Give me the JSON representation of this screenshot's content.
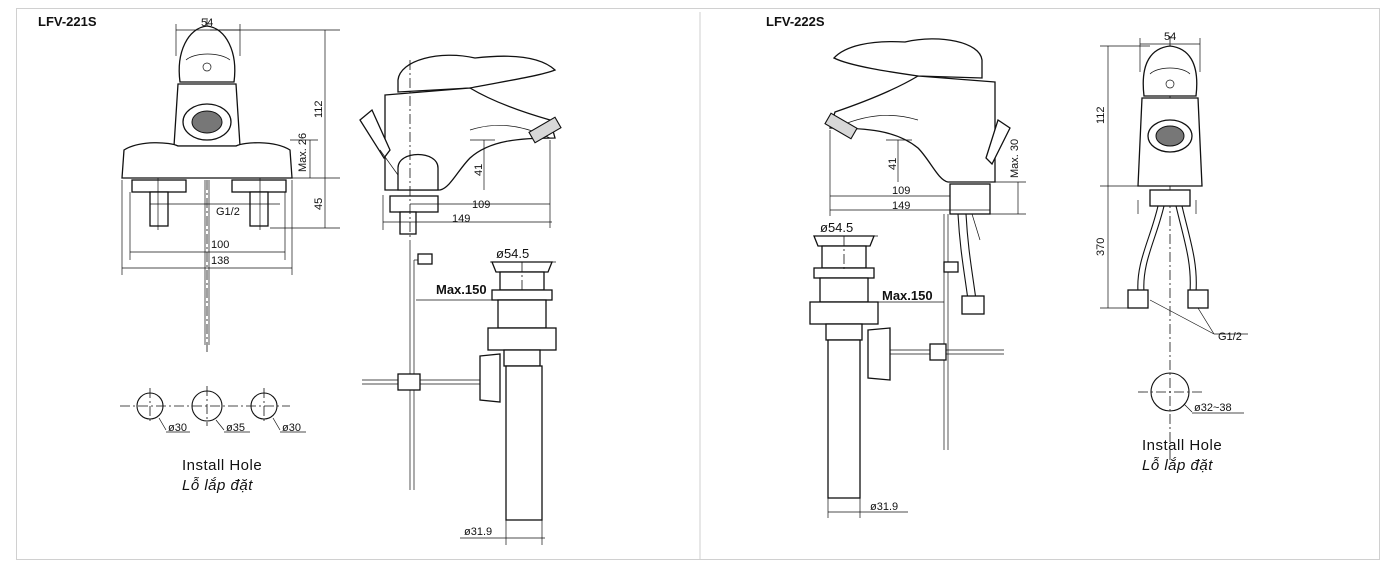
{
  "left": {
    "model": "LFV-221S",
    "dims": {
      "width_top": "54",
      "height_total": "112",
      "max_26": "Max. 26",
      "depth_45": "45",
      "thread": "G1/2",
      "center_100": "100",
      "base_138": "138",
      "spout_41": "41",
      "reach_109": "109",
      "length_149": "149",
      "drain_top": "ø54.5",
      "max_150": "Max.150",
      "drain_pipe": "ø31.9"
    },
    "holes": [
      "ø30",
      "ø35",
      "ø30"
    ],
    "install_title": "Install Hole",
    "install_sub": "Lỗ lắp đặt"
  },
  "right": {
    "model": "LFV-222S",
    "dims": {
      "spout_41": "41",
      "reach_109": "109",
      "length_149": "149",
      "max_30": "Max. 30",
      "drain_top": "ø54.5",
      "max_150": "Max.150",
      "drain_pipe": "ø31.9",
      "width_top": "54",
      "height_112": "112",
      "hose_370": "370",
      "thread": "G1/2"
    },
    "hole": "ø32~38",
    "install_title": "Install Hole",
    "install_sub": "Lỗ lắp đặt"
  }
}
